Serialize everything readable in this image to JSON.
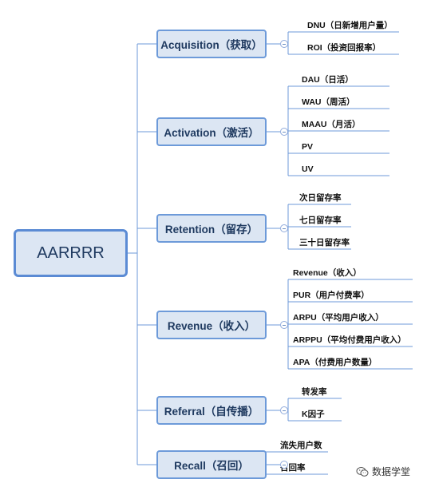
{
  "root": {
    "label": "AARRRR"
  },
  "categories": [
    {
      "label": "Acquisition（获取）",
      "items": [
        "DNU（日新增用户量）",
        "ROI（投资回报率）"
      ]
    },
    {
      "label": "Activation（激活）",
      "items": [
        "DAU（日活）",
        "WAU（周活）",
        "MAAU（月活）",
        "PV",
        "UV"
      ]
    },
    {
      "label": "Retention（留存）",
      "items": [
        "次日留存率",
        "七日留存率",
        "三十日留存率"
      ]
    },
    {
      "label": "Revenue（收入）",
      "items": [
        "Revenue（收入）",
        "PUR（用户付费率）",
        "ARPU（平均用户收入）",
        "ARPPU（平均付费用户收入）",
        "APA（付费用户数量）"
      ]
    },
    {
      "label": "Referral（自传播）",
      "items": [
        "转发率",
        "K因子"
      ]
    },
    {
      "label": "Recall（召回）",
      "items": [
        "流失用户数",
        "召回率"
      ]
    }
  ],
  "watermark": {
    "text": "数据学堂",
    "icon": "wechat-icon"
  },
  "colors": {
    "line": "#6d9ad9",
    "box_fill": "#dce6f3",
    "root_border": "#5b8bd4",
    "text": "#1f3a60"
  }
}
